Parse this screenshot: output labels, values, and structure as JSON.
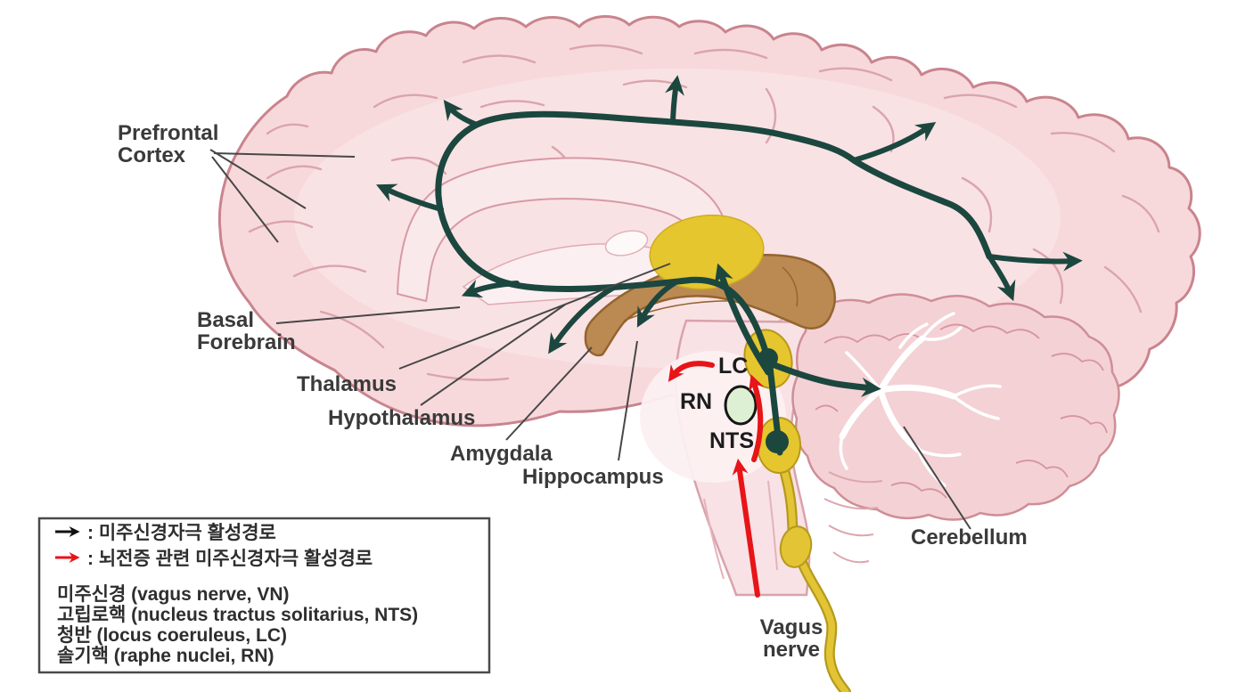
{
  "labels": {
    "prefrontal_cortex": [
      "Prefrontal",
      "Cortex"
    ],
    "basal_forebrain": [
      "Basal",
      "Forebrain"
    ],
    "thalamus": "Thalamus",
    "hypothalamus": "Hypothalamus",
    "amygdala": "Amygdala",
    "hippocampus": "Hippocampus",
    "cerebellum": "Cerebellum",
    "vagus_nerve": [
      "Vagus",
      "nerve"
    ],
    "lc": "LC",
    "rn": "RN",
    "nts": "NTS"
  },
  "legend": {
    "items": [
      {
        "symbol": "black-arrow",
        "color": "#111111",
        "text": ": 미주신경자극 활성경로"
      },
      {
        "symbol": "red-arrow",
        "color": "#e71418",
        "text": ": 뇌전증 관련 미주신경자극 활성경로"
      }
    ],
    "definitions": [
      "미주신경 (vagus nerve, VN)",
      "고립로핵 (nucleus tractus solitarius, NTS)",
      "청반 (locus coeruleus, LC)",
      "솔기핵 (raphe nuclei, RN)"
    ]
  },
  "colors": {
    "activation_pathway": "#1b473f",
    "epilepsy_pathway": "#e71418",
    "nucleus_yellow": "#e5c62e",
    "hippocampus_brown": "#bb8a52",
    "raphe_green": "#def0d3",
    "brain_pink": "#f7d9dc"
  }
}
